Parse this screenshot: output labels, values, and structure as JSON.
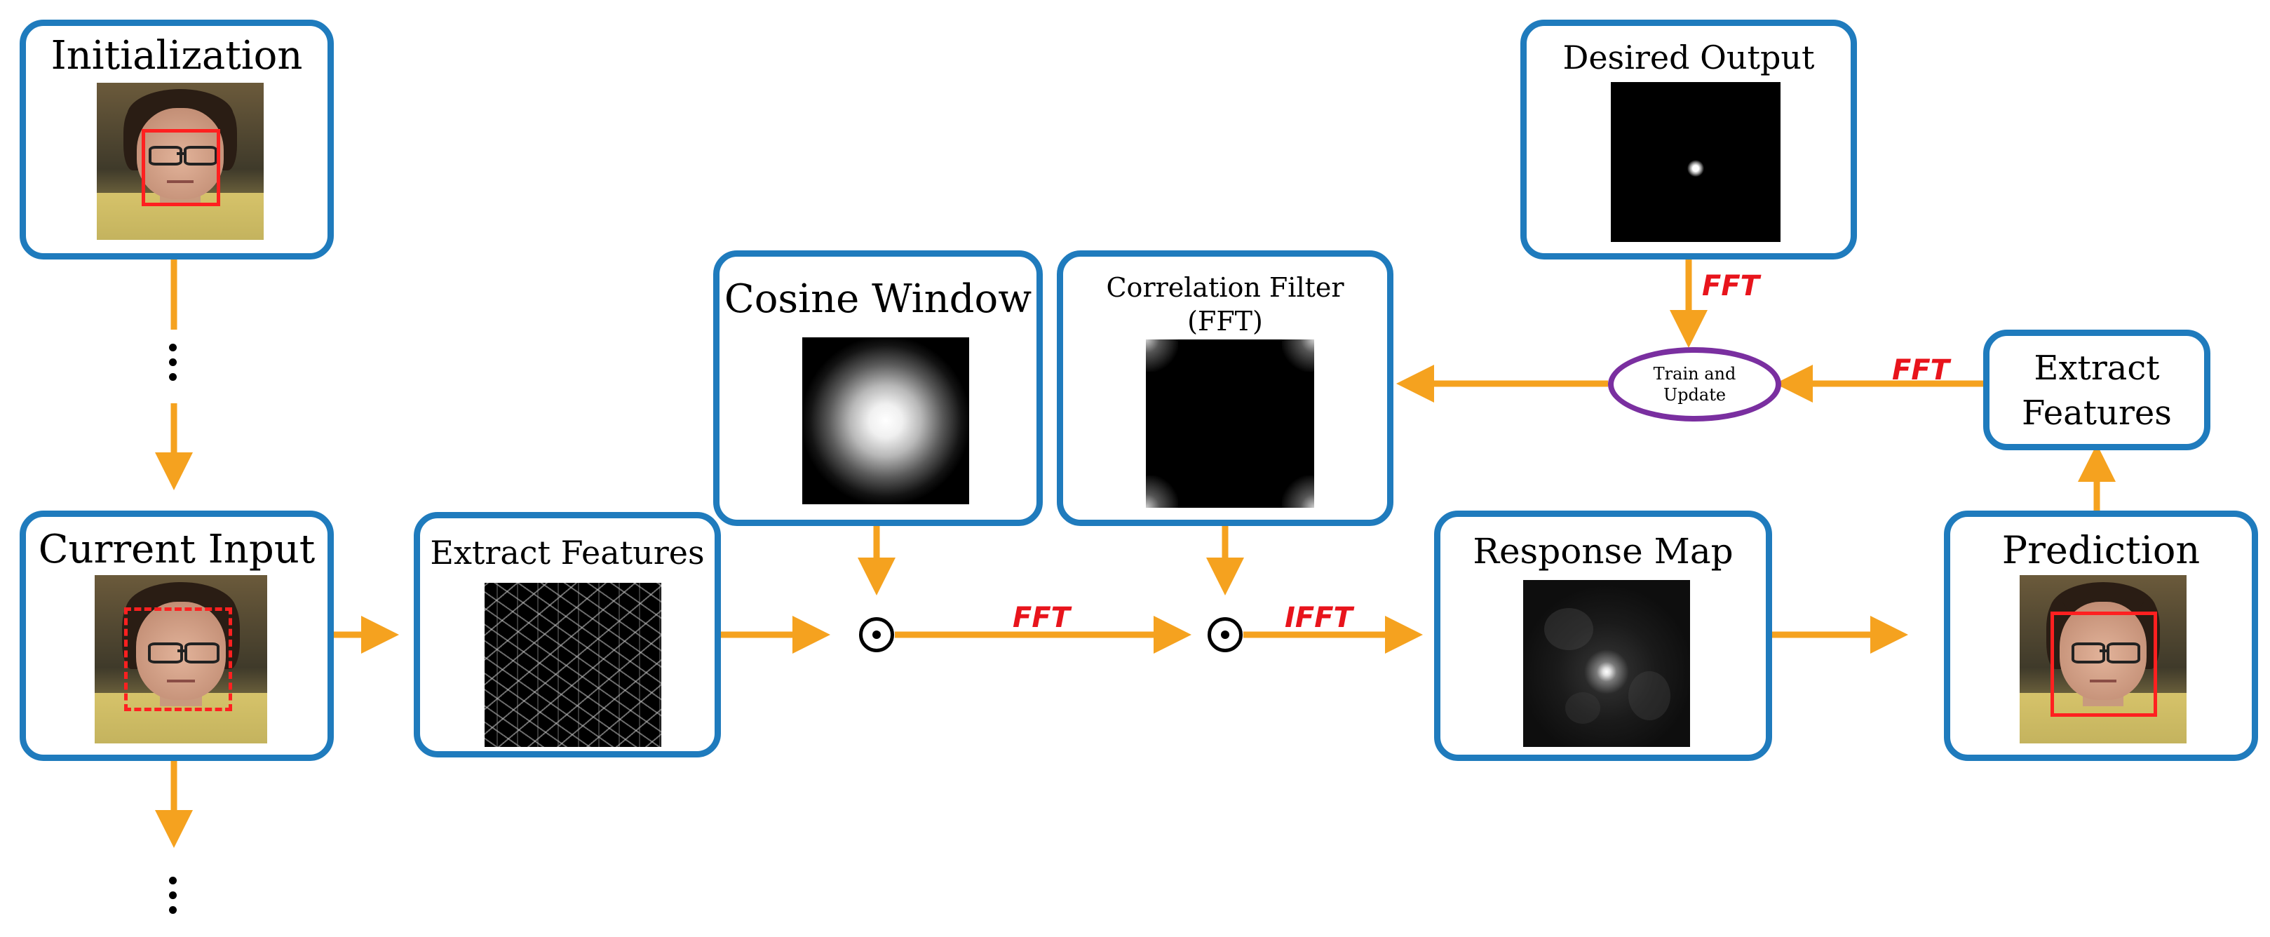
{
  "boxes": {
    "initialization": "Initialization",
    "current_input": "Current Input",
    "extract_features_main": "Extract Features",
    "cosine_window": "Cosine Window",
    "correlation_filter_line1": "Correlation Filter",
    "correlation_filter_line2": "(FFT)",
    "desired_output": "Desired Output",
    "response_map": "Response Map",
    "prediction": "Prediction",
    "extract_features_side_line1": "Extract",
    "extract_features_side_line2": "Features"
  },
  "train_update": {
    "line1": "Train and",
    "line2": "Update"
  },
  "arrow_labels": {
    "fft_desired": "FFT",
    "fft_extract": "FFT",
    "fft_main": "FFT",
    "ifft_main": "IFFT"
  },
  "colors": {
    "box_border": "#1f7bbd",
    "arrow": "#f5a21f",
    "label_red": "#e8141c",
    "ellipse_border": "#7a2fa0"
  }
}
